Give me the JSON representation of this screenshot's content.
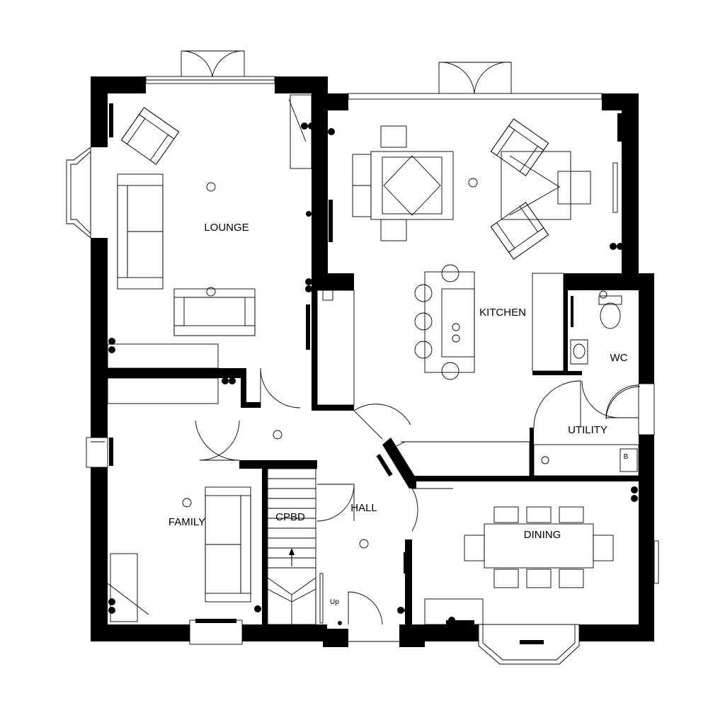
{
  "rooms": {
    "lounge": "LOUNGE",
    "kitchen": "KITCHEN",
    "wc": "WC",
    "utility": "UTILITY",
    "family": "FAMILY",
    "cpbd": "CPBD",
    "hall": "HALL",
    "dining": "DINING"
  },
  "annotations": {
    "stair_direction": "Up",
    "boiler": "B"
  }
}
